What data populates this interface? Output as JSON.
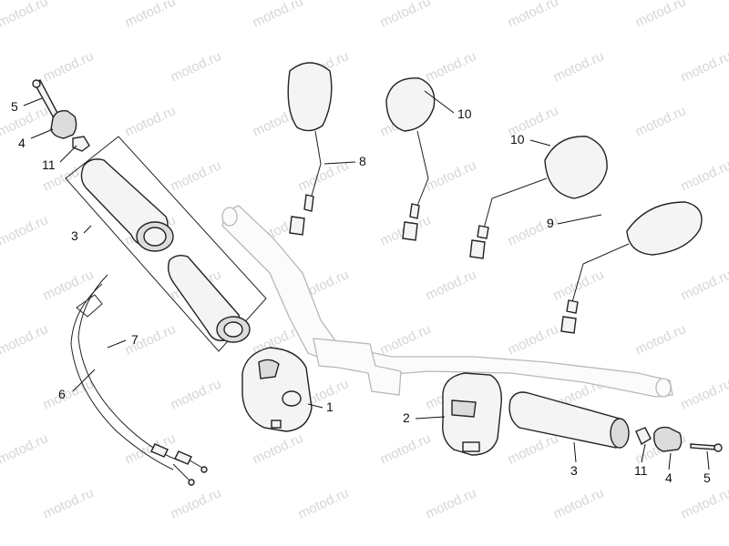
{
  "watermark": {
    "text": "motod.ru",
    "color": "#d6d6d6"
  },
  "callouts": [
    {
      "id": "c1",
      "label": "1"
    },
    {
      "id": "c2",
      "label": "2"
    },
    {
      "id": "c3a",
      "label": "3"
    },
    {
      "id": "c3b",
      "label": "3"
    },
    {
      "id": "c4a",
      "label": "4"
    },
    {
      "id": "c4b",
      "label": "4"
    },
    {
      "id": "c5a",
      "label": "5"
    },
    {
      "id": "c5b",
      "label": "5"
    },
    {
      "id": "c6",
      "label": "6"
    },
    {
      "id": "c7",
      "label": "7"
    },
    {
      "id": "c8",
      "label": "8"
    },
    {
      "id": "c9",
      "label": "9"
    },
    {
      "id": "c10a",
      "label": "10"
    },
    {
      "id": "c10b",
      "label": "10"
    },
    {
      "id": "c11a",
      "label": "11"
    },
    {
      "id": "c11b",
      "label": "11"
    }
  ],
  "colors": {
    "line": "#111111",
    "part_fill": "#f4f4f4",
    "ghost_stroke": "#b8b8b8"
  }
}
